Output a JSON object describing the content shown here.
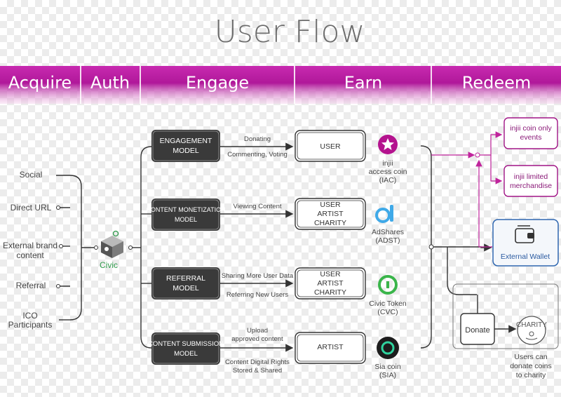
{
  "title": "User Flow",
  "stages": [
    "Acquire",
    "Auth",
    "Engage",
    "Earn",
    "Redeem"
  ],
  "channels": [
    "Social",
    "Direct URL",
    "External brand content",
    "Referral",
    "ICO Participants"
  ],
  "auth": {
    "label": "Civic"
  },
  "models": [
    {
      "label": "ENGAGEMENT MODEL"
    },
    {
      "label": "CONTENT MONETIZATION MODEL"
    },
    {
      "label": "REFERRAL MODEL"
    },
    {
      "label": "CONTENT SUBMISSION MODEL"
    }
  ],
  "actions": [
    [
      "Donating",
      "Commenting, Voting"
    ],
    [
      "Viewing Content"
    ],
    [
      "Sharing More User Data",
      "Referring New Users"
    ],
    [
      "Upload approved content",
      "Content Digital Rights Stored & Shared"
    ]
  ],
  "earners": [
    "USER",
    "USER ARTIST CHARITY",
    "USER ARTIST CHARITY",
    "ARTIST"
  ],
  "coins": [
    {
      "name": "injii access coin (IAC)",
      "color": "#b4138e",
      "icon": "star-icon"
    },
    {
      "name": "AdShares (ADST)",
      "color": "#3fa9e8",
      "icon": "adshares-logo-icon"
    },
    {
      "name": "Civic Token (CVC)",
      "color": "#3ab54a",
      "icon": "civic-token-icon"
    },
    {
      "name": "Sia coin (SIA)",
      "color": "#1d1d1d",
      "icon": "sia-coin-icon"
    }
  ],
  "redeem": [
    {
      "label": "injii coin only events"
    },
    {
      "label": "injii limited merchandise"
    }
  ],
  "wallet": {
    "label": "External Wallet",
    "icon": "wallet-icon"
  },
  "donate": {
    "label": "Donate"
  },
  "charity": {
    "label": "CHARITY",
    "icon": "hand-coin-icon",
    "note": "Users can donate coins to charity"
  },
  "colors": {
    "band": "#b41e9b",
    "redeem": "#a01485",
    "wallet": "#2f67b0",
    "civic": "#2e9a4a"
  }
}
